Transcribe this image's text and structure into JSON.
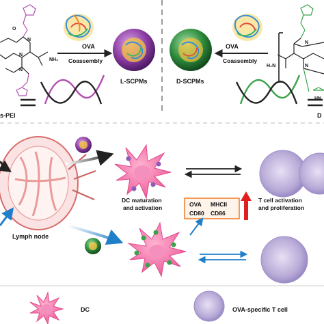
{
  "top_left": {
    "ova_label": "OVA",
    "coassembly_label": "Coassembly",
    "particle_label": "L-SCPMs",
    "polymer_label": "s-PEI",
    "nh2_label": "NH₂",
    "n_label": "N",
    "o_label": "O"
  },
  "top_right": {
    "ova_label": "OVA",
    "coassembly_label": "Coassembly",
    "particle_label": "D-SCPMs",
    "polymer_label": "D",
    "h2n_label": "H₂N",
    "n_label": "N",
    "hn_label": "HN"
  },
  "process": {
    "dc_maturation_line1": "DC maturation",
    "dc_maturation_line2": "and activation",
    "markers": [
      "OVA",
      "MHCII",
      "CD80",
      "CD86"
    ],
    "t_cell_line1": "T cell activation",
    "t_cell_line2": "and proliferation",
    "lymph_node_label": "Lymph node"
  },
  "legend": {
    "dc_label": "DC",
    "t_cell_label": "OVA-specific T cell"
  },
  "colors": {
    "l_polymer": "#b24fb0",
    "d_polymer": "#3aa24a",
    "dc_pink": "#f06aa6",
    "t_cell": "#b7a9d6",
    "up_arrow": "#e02020",
    "marker_box": "#f07a22"
  }
}
